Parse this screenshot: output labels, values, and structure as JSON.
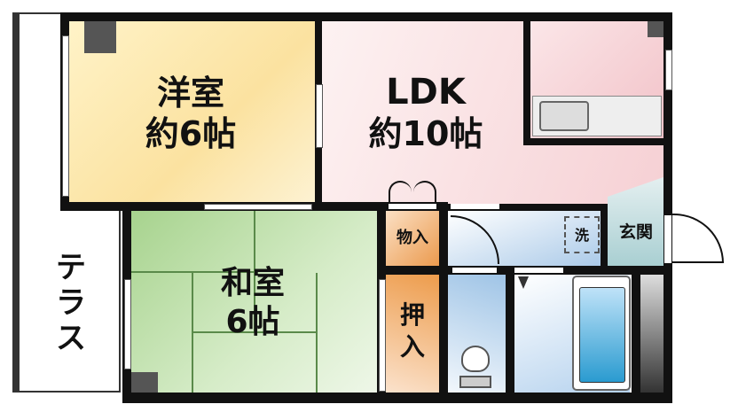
{
  "rooms": {
    "western": {
      "name": "洋室",
      "size": "約6帖"
    },
    "ldk": {
      "name": "LDK",
      "size": "約10帖"
    },
    "japanese": {
      "name": "和室",
      "size": "6帖"
    },
    "storage": "物入",
    "closet": "押入",
    "washer": "洗",
    "entrance": "玄関",
    "terrace": "テラス"
  },
  "colors": {
    "western": "#fbe9b5",
    "ldk": "#f8dde0",
    "japanese": "#b8dba3",
    "storage": "#f0b070",
    "wet": "#c3dcf1",
    "wall": "#111111"
  }
}
